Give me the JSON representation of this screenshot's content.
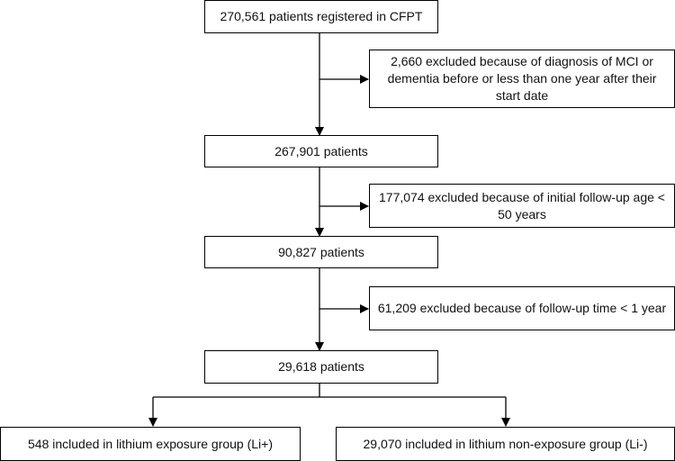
{
  "flowchart": {
    "step1": "270,561 patients registered in CFPT",
    "exclusion1": "2,660 excluded because of diagnosis of MCI or dementia before or less than one year after their start date",
    "step2": "267,901 patients",
    "exclusion2": "177,074 excluded because of initial follow-up age < 50 years",
    "step3": "90,827 patients",
    "exclusion3": "61,209 excluded because of follow-up time < 1 year",
    "step4": "29,618 patients",
    "group_exposed": "548 included in lithium exposure group (Li+)",
    "group_nonexposed": "29,070 included in lithium non-exposure group (Li-)"
  }
}
